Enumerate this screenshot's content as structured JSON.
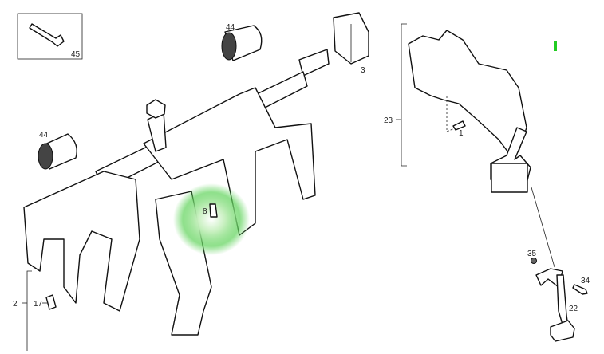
{
  "diagram": {
    "labels": {
      "screw_45": "45",
      "bushing_44_top": "44",
      "bushing_44_left": "44",
      "clip_3": "3",
      "housing_23": "23",
      "bolt_1": "1",
      "clip_8": "8",
      "fork_assembly_2": "2",
      "clip_17": "17",
      "nut_35": "35",
      "bolt_34": "34",
      "lever_22": "22"
    },
    "colors": {
      "highlight": "#3cc83c",
      "marker": "#22cc22",
      "line": "#111111"
    }
  }
}
